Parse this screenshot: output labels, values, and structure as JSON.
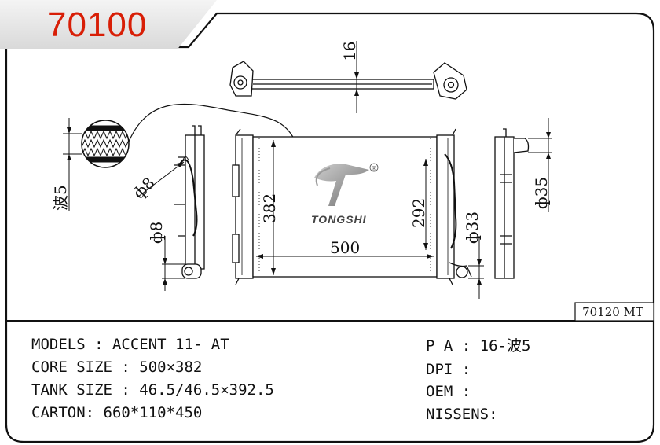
{
  "product_code": "70100",
  "sub_code": "70120 MT",
  "brand": {
    "name": "TONGSHI",
    "registered_mark": "®"
  },
  "dimensions": {
    "fin_label": "波5",
    "fin_pitch": "16",
    "inlet_dia": "ф8",
    "outlet_dia": "ф8",
    "core_height": "382",
    "core_width": "500",
    "tank_length": "292",
    "tube_dia_small": "ф33",
    "tube_dia_large": "ф35"
  },
  "specs_left": [
    {
      "key": "MODELS",
      "sep": " : ",
      "value": "ACCENT 11- AT"
    },
    {
      "key": "CORE SIZE",
      "sep": " : ",
      "value": "500×382"
    },
    {
      "key": "TANK SIZE",
      "sep": " : ",
      "value": "46.5/46.5×392.5"
    },
    {
      "key": "CARTON",
      "sep": ": ",
      "value": "660*110*450"
    }
  ],
  "specs_right": [
    {
      "key": "P A",
      "sep": " : ",
      "value": "16-波5"
    },
    {
      "key": "DPI",
      "sep": " : ",
      "value": ""
    },
    {
      "key": "OEM",
      "sep": " : ",
      "value": ""
    },
    {
      "key": "NISSENS",
      "sep": ":",
      "value": ""
    }
  ]
}
